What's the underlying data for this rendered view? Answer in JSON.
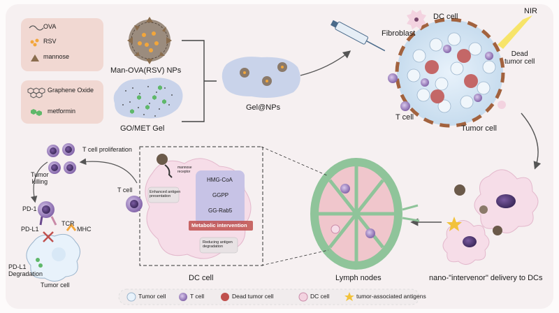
{
  "legend_top": {
    "ova": "OVA",
    "rsv": "RSV",
    "mannose": "mannose",
    "graphene_oxide": "Graphene Oxide",
    "metformin": "metformin"
  },
  "labels": {
    "man_ova_nps": "Man-OVA(RSV) NPs",
    "go_met_gel": "GO/MET Gel",
    "gel_nps": "Gel@NPs",
    "fibroblast": "Fibroblast",
    "dc_cell_top": "DC cell",
    "nir": "NIR",
    "dead_tumor_cell": "Dead\ntumor cell",
    "t_cell_top": "T cell",
    "tumor_cell_top": "Tumor cell",
    "t_cell_proliferation": "T cell proliferation",
    "tumor_killing": "Tumor\nkilling",
    "t_cell_left": "T cell",
    "pd1": "PD-1",
    "tcr": "TCR",
    "pdl1": "PD-L1",
    "mhc": "MHC",
    "pdl1_degradation": "PD-L1\nDegradation",
    "tumor_cell_bottom": "Tumor cell",
    "mannose_receptor": "mannose\nreceptor",
    "enhanced_antigen": "Enhanced antigen\npresentation",
    "hmg_coa": "HMG-CoA",
    "ggpp": "GGPP",
    "gg_rab5": "GG-Rab5",
    "metabolic_intervention": "Metabolic intervention",
    "reducing_antigen": "Reducing antigen\ndegradation",
    "dc_cell_bottom": "DC cell",
    "lymph_nodes": "Lymph nodes",
    "nano_intervenor": "nano-\"intervenor\" delivery to DCs"
  },
  "legend_bottom": {
    "tumor_cell": "Tumor cell",
    "t_cell": "T cell",
    "dead_tumor_cell": "Dead tumor cell",
    "dc_cell": "DC cell",
    "tumor_antigens": "tumor-associated antigens"
  },
  "colors": {
    "legend_box": "#f3dcd6",
    "gel_blue": "#c9d3ea",
    "tcell_purple": "#6b4a8e",
    "dc_pink": "#f6dde8",
    "tumor_red": "#c0504d",
    "lymph_green": "#8fc49a",
    "met_green": "#5fb86a",
    "rsv_orange": "#f2a63b",
    "metabolic_red": "#c0504d"
  }
}
